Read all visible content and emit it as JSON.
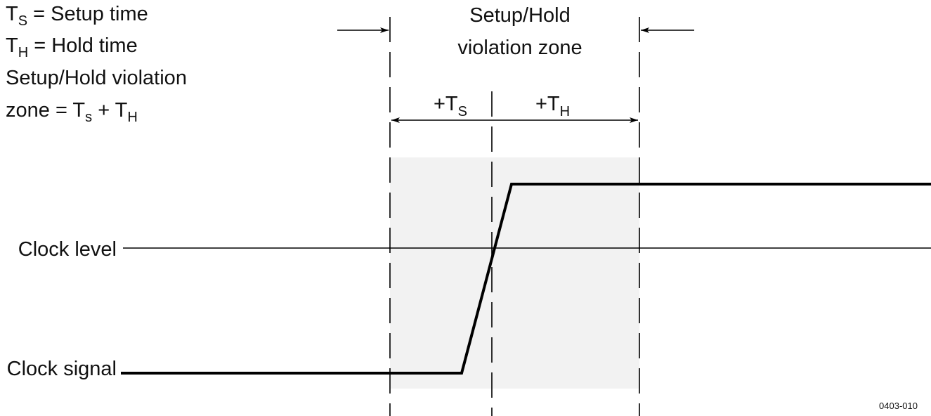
{
  "legend": {
    "line1": {
      "t": "T",
      "sub": "S",
      "rest": " = Setup time"
    },
    "line2": {
      "t": "T",
      "sub": "H",
      "rest": " = Hold time"
    },
    "line3": "Setup/Hold violation",
    "line4": {
      "prefix": "zone = T",
      "sub1": "s",
      "mid": " + T",
      "sub2": "H"
    }
  },
  "zone_title": {
    "line1": "Setup/Hold",
    "line2": "violation zone"
  },
  "setup_label": {
    "prefix": "+T",
    "sub": "S"
  },
  "hold_label": {
    "prefix": "+T",
    "sub": "H"
  },
  "clock_level_label": "Clock level",
  "clock_signal_label": "Clock signal",
  "figure_id": "0403-010",
  "colors": {
    "zone_fill": "#f2f2f2",
    "line": "#000000"
  }
}
